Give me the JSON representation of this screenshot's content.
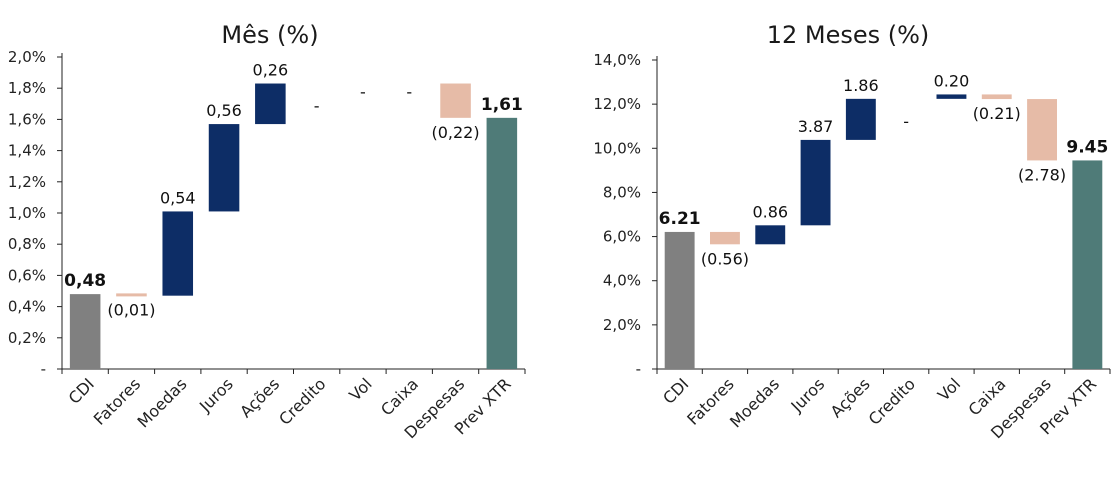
{
  "chart_data": [
    {
      "type": "bar",
      "subtype": "waterfall",
      "title": "Mês (%)",
      "ylim": [
        0,
        2.0
      ],
      "yticks": [
        "-",
        "0,2%",
        "0,4%",
        "0,6%",
        "0,8%",
        "1,0%",
        "1,2%",
        "1,4%",
        "1,6%",
        "1,8%",
        "2,0%"
      ],
      "categories": [
        "CDI",
        "Fatores",
        "Moedas",
        "Juros",
        "Ações",
        "Credito",
        "Vol",
        "Caixa",
        "Despesas",
        "Prev XTR"
      ],
      "values": [
        0.48,
        -0.01,
        0.54,
        0.56,
        0.26,
        0,
        0,
        0,
        -0.22,
        1.61
      ],
      "labels": [
        "0,48",
        "(0,01)",
        "0,54",
        "0,56",
        "0,26",
        "-",
        "-",
        "-",
        "(0,22)",
        "1,61"
      ],
      "bar_kind": [
        "total",
        "delta",
        "delta",
        "delta",
        "delta",
        "delta",
        "delta",
        "delta",
        "delta",
        "total"
      ]
    },
    {
      "type": "bar",
      "subtype": "waterfall",
      "title": "12 Meses (%)",
      "ylim": [
        0,
        14.0
      ],
      "yticks": [
        "-",
        "2,0%",
        "4,0%",
        "6,0%",
        "8,0%",
        "10,0%",
        "12,0%",
        "14,0%"
      ],
      "categories": [
        "CDI",
        "Fatores",
        "Moedas",
        "Juros",
        "Ações",
        "Credito",
        "Vol",
        "Caixa",
        "Despesas",
        "Prev XTR"
      ],
      "values": [
        6.21,
        -0.56,
        0.86,
        3.87,
        1.86,
        0,
        0.2,
        -0.21,
        -2.78,
        9.45
      ],
      "labels": [
        "6.21",
        "(0.56)",
        "0.86",
        "3.87",
        "1.86",
        "-",
        "0.20",
        "(0.21)",
        "(2.78)",
        "9.45"
      ],
      "bar_kind": [
        "total",
        "delta",
        "delta",
        "delta",
        "delta",
        "delta",
        "delta",
        "delta",
        "delta",
        "total"
      ]
    }
  ],
  "colors": {
    "start_total": "#808080",
    "end_total": "#4f7b78",
    "positive": "#0d2d66",
    "negative": "#e6bba7",
    "axis": "#222222"
  }
}
